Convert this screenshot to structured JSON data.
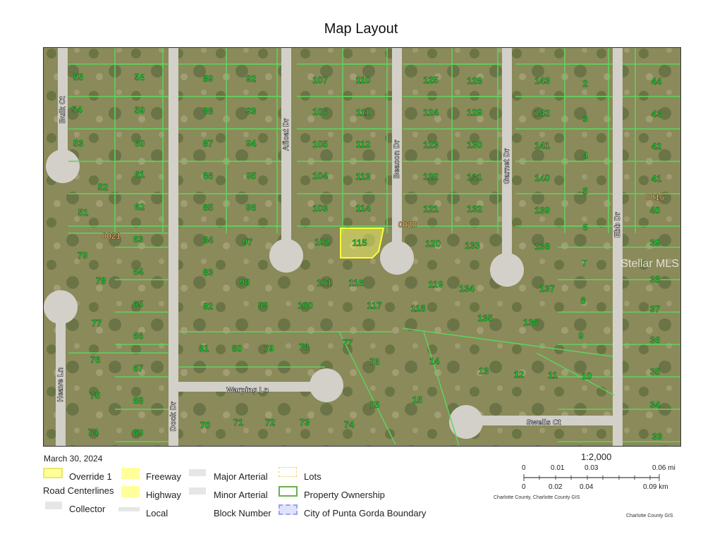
{
  "title": "Map Layout",
  "date": "March 30, 2024",
  "map": {
    "streets": [
      "Bulk Ct",
      "Dock Dr",
      "Afloat Dr",
      "Beacon Dr",
      "Garnet Dr",
      "Ebb Dr",
      "Heave Ln",
      "Warping Ln",
      "Swells Ct"
    ],
    "block_numbers": [
      "0021",
      "0020",
      "0016"
    ],
    "highlighted_lot": "115",
    "lots": [
      "55",
      "54",
      "53",
      "52",
      "51",
      "58",
      "59",
      "60",
      "61",
      "62",
      "63",
      "64",
      "65",
      "66",
      "67",
      "68",
      "69",
      "79",
      "78",
      "77",
      "76",
      "75",
      "74",
      "89",
      "88",
      "87",
      "86",
      "85",
      "84",
      "83",
      "82",
      "81",
      "80",
      "79",
      "78",
      "77",
      "76",
      "75",
      "74",
      "73",
      "72",
      "71",
      "70",
      "92",
      "93",
      "94",
      "95",
      "96",
      "97",
      "98",
      "99",
      "100",
      "101",
      "102",
      "103",
      "104",
      "105",
      "106",
      "107",
      "110",
      "111",
      "112",
      "113",
      "114",
      "115",
      "116",
      "117",
      "118",
      "119",
      "120",
      "121",
      "122",
      "123",
      "124",
      "125",
      "128",
      "129",
      "130",
      "131",
      "132",
      "133",
      "134",
      "135",
      "136",
      "137",
      "138",
      "139",
      "140",
      "141",
      "142",
      "143",
      "2",
      "3",
      "4",
      "5",
      "6",
      "7",
      "8",
      "9",
      "10",
      "11",
      "12",
      "13",
      "14",
      "15",
      "44",
      "43",
      "42",
      "41",
      "40",
      "39",
      "38",
      "37",
      "36",
      "35",
      "34",
      "33"
    ],
    "watermark": "Stellar MLS",
    "colors": {
      "parcel": "#5fd35f",
      "highlight": "#ffff66",
      "lot_label": "#2ecc40",
      "dimension": "#e8e060",
      "block": "#f5c27a"
    }
  },
  "legend": {
    "items": [
      "Override 1",
      "Road Centerlines",
      "Collector",
      "Freeway",
      "Highway",
      "Local",
      "Major Arterial",
      "Minor Arterial",
      "Block Number",
      "Lots",
      "Property Ownership",
      "City of Punta Gorda Boundary"
    ]
  },
  "scale": {
    "ratio": "1:2,000",
    "mi_labels": [
      "0",
      "0.01",
      "0.03",
      "0.06 mi"
    ],
    "km_labels": [
      "0",
      "0.02",
      "0.04",
      "0.09 km"
    ]
  },
  "credits": [
    "Charlotte County, Charlotte County GIS",
    "Charlotte County GIS"
  ]
}
